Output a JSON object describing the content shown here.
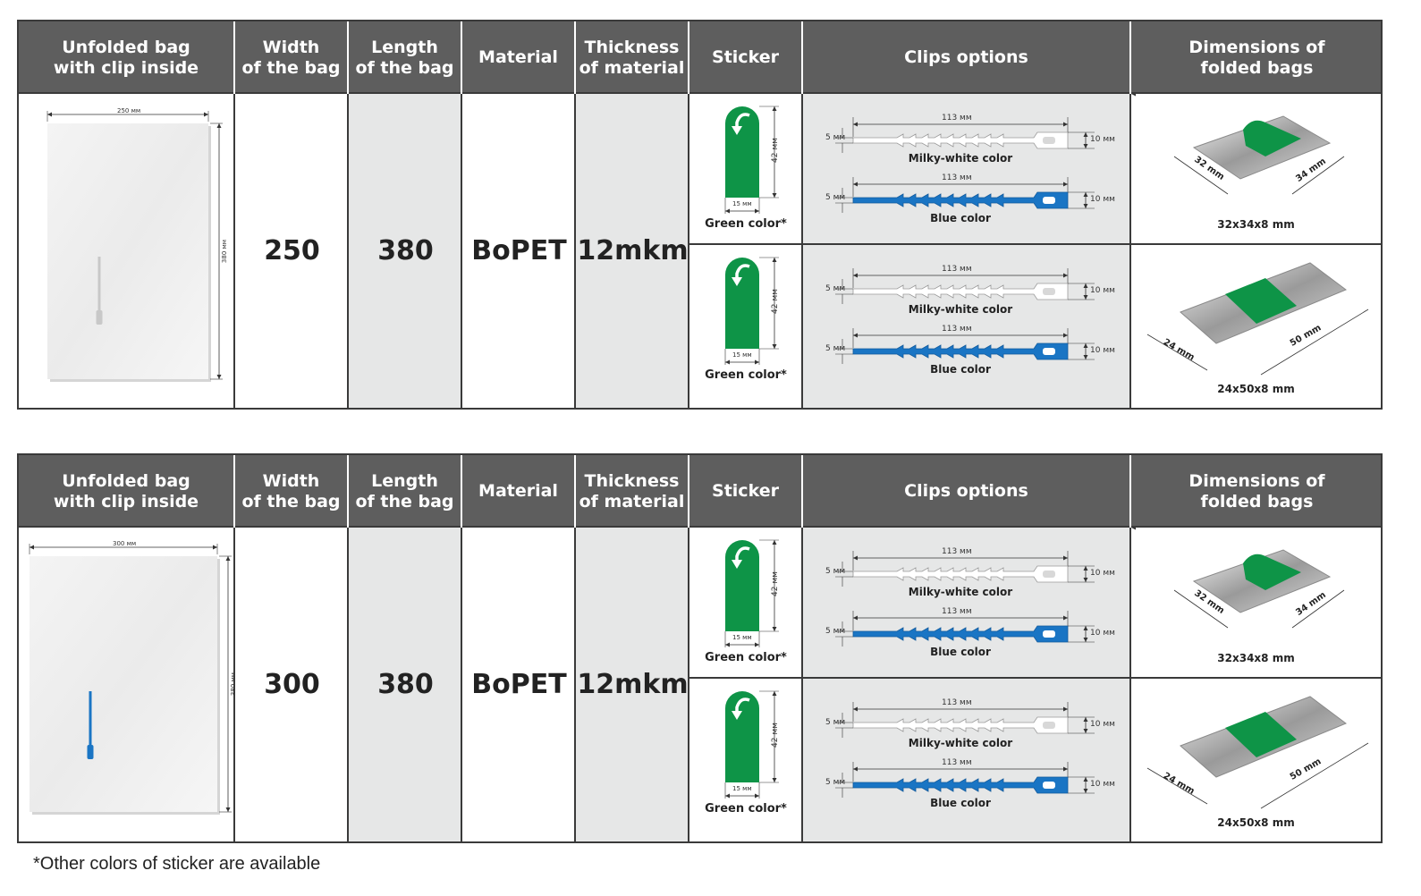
{
  "headers": [
    "Unfolded bag\nwith clip inside",
    "Width\nof the bag",
    "Length\nof the bag",
    "Material",
    "Thickness\nof material",
    "Sticker",
    "Clips options",
    "Dimensions of\nfolded bags"
  ],
  "colors": {
    "header_bg": "#5e5e5e",
    "sticker_green": "#0e9447",
    "clip_blue": "#1a75c4",
    "gray_col": "#e6e7e7"
  },
  "tables": [
    {
      "bag_width_label": "250 мм",
      "bag_length_label": "380 мм",
      "width": "250",
      "length": "380",
      "material": "BoPET",
      "thickness": "12mkm",
      "clip_in_bag_color": "milky-white",
      "rows": [
        {
          "sticker": {
            "height": "42 мм",
            "width": "15 мм",
            "label": "Green color*"
          },
          "clips": [
            {
              "length": "113 мм",
              "left": "5 мм",
              "right": "10 мм",
              "label": "Milky-white color"
            },
            {
              "length": "113 мм",
              "left": "5 мм",
              "right": "10 мм",
              "label": "Blue color"
            }
          ],
          "folded": {
            "a": "32 mm",
            "b": "34 mm",
            "label": "32x34x8 mm"
          }
        },
        {
          "sticker": {
            "height": "42 мм",
            "width": "15 мм",
            "label": "Green color*"
          },
          "clips": [
            {
              "length": "113 мм",
              "left": "5 мм",
              "right": "10 мм",
              "label": "Milky-white color"
            },
            {
              "length": "113 мм",
              "left": "5 мм",
              "right": "10 мм",
              "label": "Blue color"
            }
          ],
          "folded": {
            "a": "24 mm",
            "b": "50 mm",
            "label": "24x50x8 mm"
          }
        }
      ]
    },
    {
      "bag_width_label": "300 мм",
      "bag_length_label": "380 мм",
      "width": "300",
      "length": "380",
      "material": "BoPET",
      "thickness": "12mkm",
      "clip_in_bag_color": "blue",
      "rows": [
        {
          "sticker": {
            "height": "42 мм",
            "width": "15 мм",
            "label": "Green color*"
          },
          "clips": [
            {
              "length": "113 мм",
              "left": "5 мм",
              "right": "10 мм",
              "label": "Milky-white color"
            },
            {
              "length": "113 мм",
              "left": "5 мм",
              "right": "10 мм",
              "label": "Blue color"
            }
          ],
          "folded": {
            "a": "32 mm",
            "b": "34 mm",
            "label": "32x34x8 mm"
          }
        },
        {
          "sticker": {
            "height": "42 мм",
            "width": "15 мм",
            "label": "Green color*"
          },
          "clips": [
            {
              "length": "113 мм",
              "left": "5 мм",
              "right": "10 мм",
              "label": "Milky-white color"
            },
            {
              "length": "113 мм",
              "left": "5 мм",
              "right": "10 мм",
              "label": "Blue color"
            }
          ],
          "folded": {
            "a": "24 mm",
            "b": "50 mm",
            "label": "24x50x8 mm"
          }
        }
      ]
    }
  ],
  "footnote": "*Other colors of sticker are available"
}
